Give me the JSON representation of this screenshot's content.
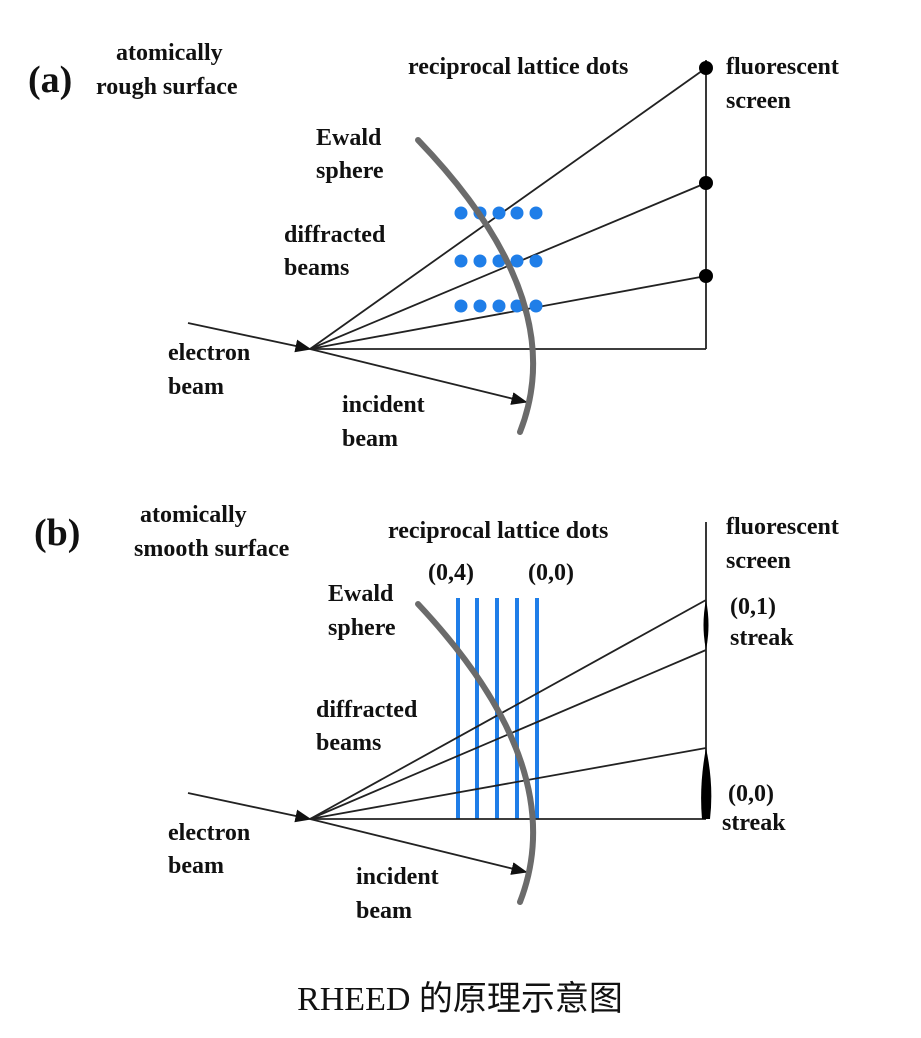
{
  "panel_a": {
    "tag": "(a)",
    "surface_line1": "atomically",
    "surface_line2": "rough surface",
    "reciprocal": "reciprocal lattice dots",
    "screen_line1": "fluorescent",
    "screen_line2": "screen",
    "ewald_line1": "Ewald",
    "ewald_line2": "sphere",
    "diffracted_line1": "diffracted",
    "diffracted_line2": "beams",
    "electron_line1": "electron",
    "electron_line2": "beam",
    "incident_line1": "incident",
    "incident_line2": "beam"
  },
  "panel_b": {
    "tag": "(b)",
    "surface_line1": "atomically",
    "surface_line2": "smooth surface",
    "reciprocal": "reciprocal lattice dots",
    "rod_left_label": "(0,4)",
    "rod_right_label": "(0,0)",
    "screen_line1": "fluorescent",
    "screen_line2": "screen",
    "ewald_line1": "Ewald",
    "ewald_line2": "sphere",
    "diffracted_line1": "diffracted",
    "diffracted_line2": "beams",
    "streak1_line1": "(0,1)",
    "streak1_line2": "streak",
    "streak0_line1": "(0,0)",
    "streak0_line2": "streak",
    "electron_line1": "electron",
    "electron_line2": "beam",
    "incident_line1": "incident",
    "incident_line2": "beam"
  },
  "caption": "RHEED 的原理示意图",
  "colors": {
    "lattice_blue": "#1f7ee8",
    "ewald_gray": "#6b6b6b",
    "line_black": "#222222"
  }
}
